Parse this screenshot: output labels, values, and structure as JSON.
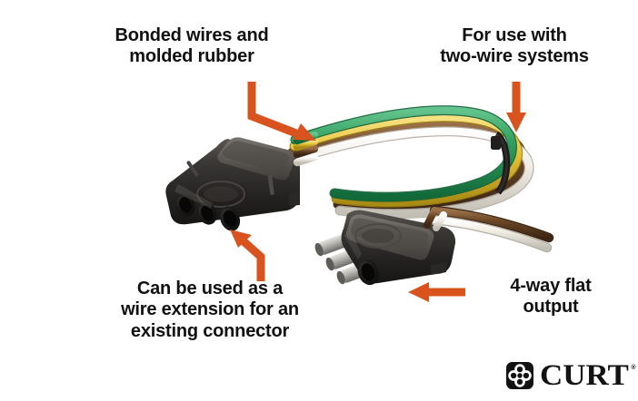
{
  "meta": {
    "background_color": "#ffffff",
    "arrow_color": "#d9531e",
    "text_color": "#111111"
  },
  "captions": {
    "bonded": "Bonded wires and\nmolded rubber",
    "two_wire": "For use with\ntwo-wire systems",
    "extension": "Can be used as a\nwire extension for an\nexisting connector",
    "output": "4-way flat\noutput"
  },
  "brand": {
    "name": "CURT",
    "registered": "®",
    "mark_name": "curt-clover-logo-mark"
  },
  "product": {
    "type": "4-way flat trailer wiring harness",
    "wire_colors": {
      "green": "#2f9e5e",
      "yellow": "#e9c63c",
      "brown": "#6b4726",
      "white": "#f1ede5"
    },
    "connector_body_color": "#2c2a28",
    "prong_color": "#b9b7b2",
    "female_connector_label": "4-way flat female socket connector",
    "male_connector_label": "4-way flat male prong connector",
    "zip_tie_label": "black zip tie"
  },
  "arrows": [
    {
      "name": "arrow-to-bonded-wires",
      "direction": "elbow-down-right"
    },
    {
      "name": "arrow-to-two-wire-systems",
      "direction": "down"
    },
    {
      "name": "arrow-to-wire-extension",
      "direction": "up-left"
    },
    {
      "name": "arrow-to-4way-output",
      "direction": "left"
    }
  ]
}
